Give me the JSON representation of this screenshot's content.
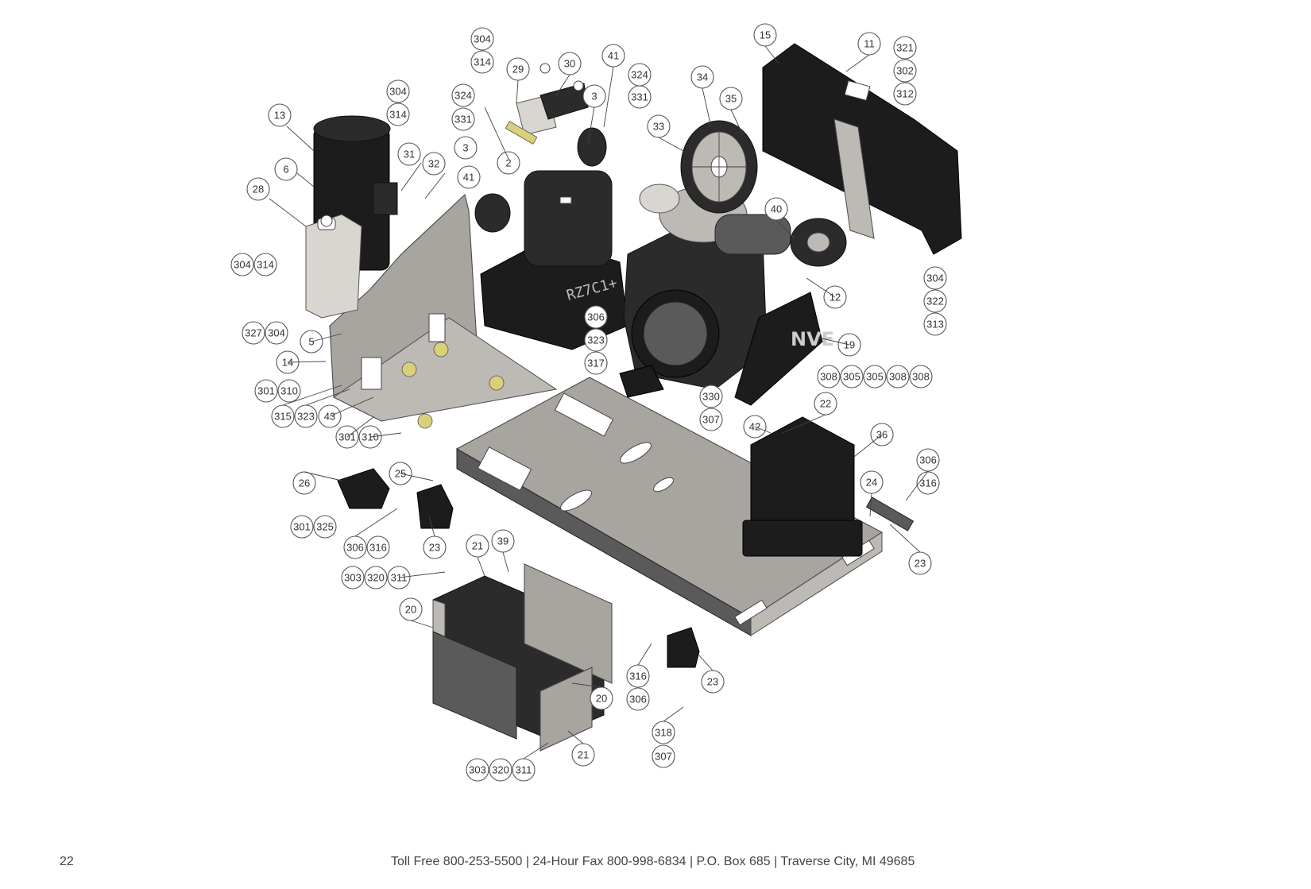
{
  "page_number": "22",
  "footer_contact": "Toll Free 800-253-5500 | 24-Hour Fax 800-998-6834 | P.O. Box 685 | Traverse City, MI 49685",
  "engine_housing_text": "RZ7C1+",
  "guard_logo_text": "NVE",
  "callouts": [
    "304",
    "314",
    "29",
    "30",
    "41",
    "3",
    "324",
    "331",
    "15",
    "11",
    "321",
    "302",
    "312",
    "34",
    "35",
    "33",
    "324",
    "331",
    "304",
    "314",
    "13",
    "31",
    "32",
    "3",
    "2",
    "6",
    "28",
    "41",
    "40",
    "304",
    "314",
    "12",
    "327",
    "304",
    "5",
    "306",
    "323",
    "317",
    "19",
    "14",
    "308",
    "305",
    "305",
    "308",
    "308",
    "304",
    "322",
    "313",
    "301",
    "310",
    "330",
    "307",
    "22",
    "315",
    "323",
    "43",
    "42",
    "301",
    "310",
    "36",
    "306",
    "316",
    "26",
    "25",
    "24",
    "301",
    "325",
    "306",
    "316",
    "23",
    "23",
    "21",
    "39",
    "303",
    "320",
    "311",
    "20",
    "316",
    "23",
    "20",
    "306",
    "318",
    "307",
    "21",
    "303",
    "320",
    "311"
  ]
}
